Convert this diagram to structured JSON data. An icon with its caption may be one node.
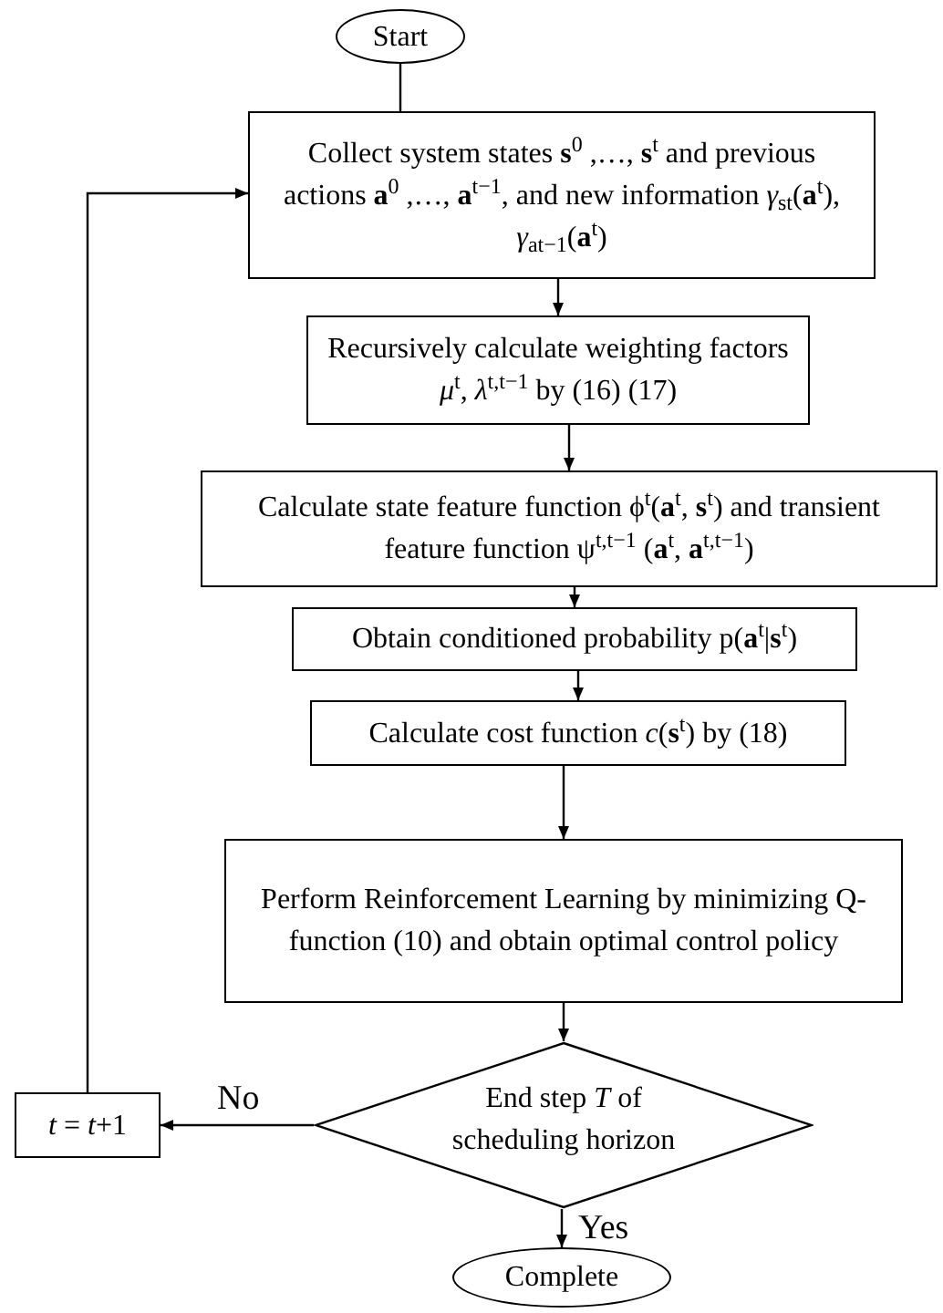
{
  "diagram": {
    "nodes": [
      {
        "text": [
          "Start"
        ]
      },
      {
        "text": [
          "Collect system states **s**$^{0}$ ,…, **s**$^{t}$ and previous actions **a**$^{0}$ ,…, **a**$^{t−1}$, and new information *γ*$_{st}$(**a**$^{t}$), *γ*$_{at−1}$(**a**$^{t}$)"
        ]
      },
      {
        "text": [
          "Recursively calculate weighting factors *μ*$^{t}$, *λ*$^{t,t−1}$ by (16) (17)"
        ]
      },
      {
        "text": [
          "Calculate state feature function ϕ$^{t}$(**a**$^{t}$, **s**$^{t}$) and transient feature function ψ$^{t,t−1}$ (**a**$^{t}$, **a**$^{t,t−1}$)"
        ]
      },
      {
        "text": [
          "Obtain conditioned probability p(**a**$^{t}$|**s**$^{t}$)"
        ]
      },
      {
        "text": [
          "Calculate cost function *c*(**s**$^{t}$) by (18)"
        ]
      },
      {
        "text": [
          "Perform Reinforcement Learning by minimizing Q-function (10) and obtain optimal control policy"
        ]
      },
      {
        "text": [
          "End step *T* of scheduling horizon"
        ]
      },
      {
        "text": [
          "*t* = *t*+1"
        ]
      },
      {
        "text": [
          "Complete"
        ]
      }
    ],
    "edges": [
      {
        "from": 0,
        "to": 1,
        "arrow": "to"
      },
      {
        "from": 1,
        "to": 2,
        "arrow": "to"
      },
      {
        "from": 2,
        "to": 3,
        "arrow": "to"
      },
      {
        "from": 3,
        "to": 4,
        "arrow": "to"
      },
      {
        "from": 4,
        "to": 5,
        "arrow": "to"
      },
      {
        "from": 5,
        "to": 6,
        "arrow": "to"
      },
      {
        "from": 6,
        "to": 7,
        "arrow": "to"
      },
      {
        "from": 7,
        "to": 8,
        "label": "No",
        "arrow": "to"
      },
      {
        "from": 8,
        "to": 1,
        "arrow": "to"
      },
      {
        "from": 7,
        "to": 9,
        "label": "Yes",
        "arrow": "to"
      }
    ]
  }
}
